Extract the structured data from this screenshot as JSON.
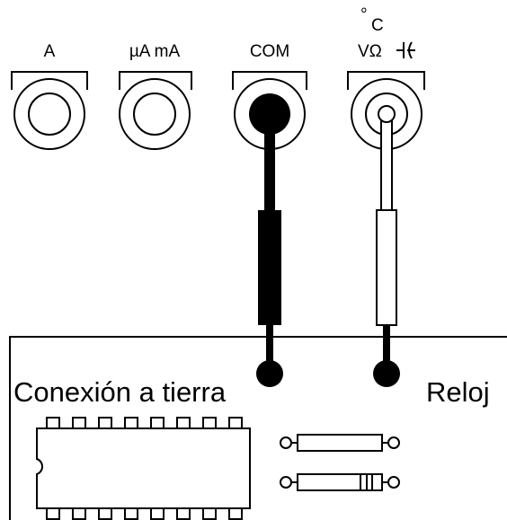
{
  "jacks": {
    "a": {
      "label": "A"
    },
    "ua_ma": {
      "label": "µA mA"
    },
    "com": {
      "label": "COM"
    },
    "volt": {
      "label": "VΩ",
      "degree": "°",
      "celsius_unit": "C"
    }
  },
  "board": {
    "ground_label": "Conexión a tierra",
    "clock_label": "Reloj"
  },
  "colors": {
    "ink": "#000000",
    "background": "#ffffff",
    "com_probe": "#000000",
    "volt_probe": "#ffffff"
  }
}
